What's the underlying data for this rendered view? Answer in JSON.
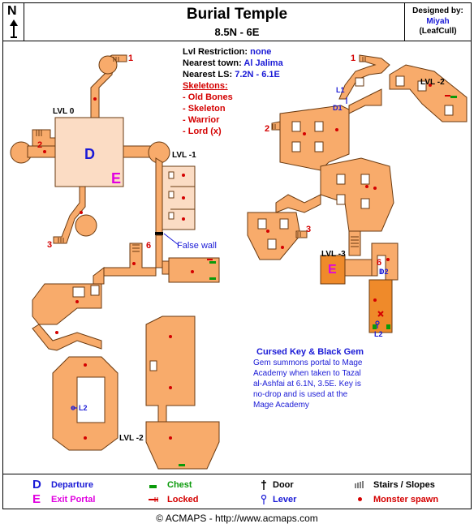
{
  "header": {
    "north_letter": "N",
    "title": "Burial Temple",
    "coordinates": "8.5N - 6E",
    "designed_by_label": "Designed by:",
    "designer": "Miyah",
    "designer_alias": "(LeafCull)"
  },
  "info": {
    "lvl_restriction_label": "Lvl Restriction:",
    "lvl_restriction_value": "none",
    "nearest_town_label": "Nearest town:",
    "nearest_town_value": "Al Jalima",
    "nearest_ls_label": "Nearest LS:",
    "nearest_ls_value": "7.2N - 6.1E",
    "skeletons_label": "Skeletons:",
    "skeletons": [
      "- Old Bones",
      "- Skeleton",
      "- Warrior",
      "- Lord (x)"
    ]
  },
  "map_labels": {
    "left": {
      "lvl0": "LVL 0",
      "lvl_minus1": "LVL -1",
      "lvl_minus2": "LVL -2",
      "departure_marker": "D",
      "exit_marker": "E",
      "num1": "1",
      "num2": "2",
      "num3": "3",
      "num6": "6",
      "false_wall": "False wall",
      "lever_l2": "L2"
    },
    "right": {
      "lvl_minus2": "LVL -2",
      "lvl_minus3": "LVL -3",
      "exit_marker": "E",
      "num1": "1",
      "num2": "2",
      "num3": "3",
      "num6": "6",
      "lever_l1": "L1",
      "door_d1": "D1",
      "door_d2": "D2",
      "lever_l2": "L2"
    }
  },
  "note": {
    "title": "Cursed Key & Black Gem",
    "body_lines": [
      "Gem summons portal to Mage",
      "Academy when taken to Tazal",
      "al-Ashfai at 6.1N, 3.5E. Key is",
      "no-drop and is used at the",
      "Mage Academy"
    ]
  },
  "legend": {
    "departure_symbol": "D",
    "departure_label": "Departure",
    "exit_symbol": "E",
    "exit_label": "Exit Portal",
    "chest_label": "Chest",
    "locked_label": "Locked",
    "door_label": "Door",
    "lever_label": "Lever",
    "stairs_label": "Stairs / Slopes",
    "spawn_label": "Monster spawn"
  },
  "footer": {
    "copyright": "© ACMAPS - http://www.acmaps.com"
  },
  "colors": {
    "room": "#f8ab6b",
    "room_light": "#fbdcc4",
    "room_dark": "#ef8a2a",
    "wall": "#6a3a10",
    "spawn": "#d40000",
    "chest": "#0a9a0a",
    "label_blue": "#1a1ad6",
    "label_red": "#d40000",
    "exit_magenta": "#e000e0"
  },
  "icons": {
    "north": "north-arrow-icon",
    "chest": "chest-icon",
    "locked": "locked-icon",
    "door": "door-icon",
    "lever": "lever-icon",
    "stairs": "stairs-icon",
    "spawn": "monster-spawn-icon"
  }
}
